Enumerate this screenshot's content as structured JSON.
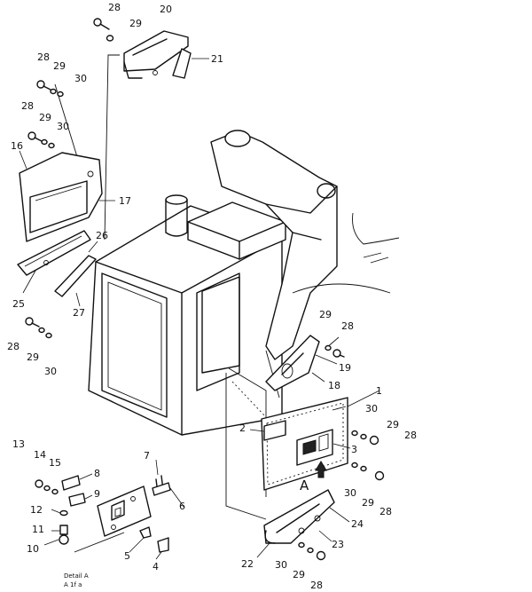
{
  "diagram": {
    "callouts": {
      "n1": "1",
      "n2": "2",
      "n3": "3",
      "n4": "4",
      "n5": "5",
      "n6": "6",
      "n7": "7",
      "n8": "8",
      "n9": "9",
      "n10": "10",
      "n11": "11",
      "n12": "12",
      "n13": "13",
      "n14": "14",
      "n15": "15",
      "n16": "16",
      "n17": "17",
      "n18": "18",
      "n19": "19",
      "n20": "20",
      "n21": "21",
      "n22": "22",
      "n23": "23",
      "n24": "24",
      "n25": "25",
      "n26": "26",
      "n27": "27",
      "n28": "28",
      "n29": "29",
      "n30": "30"
    },
    "view_marker": "A",
    "detail_title": "Detail A",
    "detail_scale": "A  1f  a"
  }
}
